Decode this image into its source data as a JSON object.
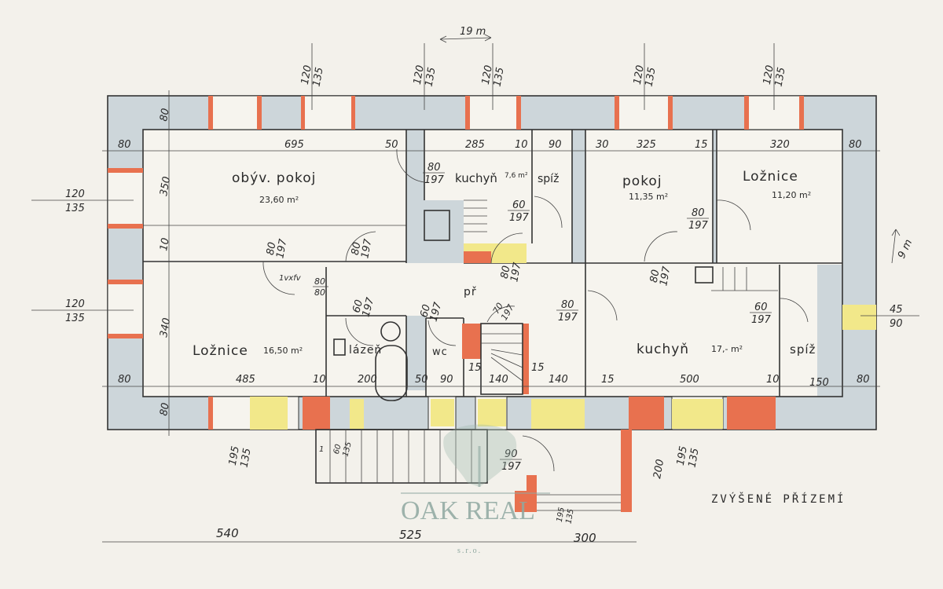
{
  "title": "ZVÝŠENÉ PŘÍZEMÍ",
  "watermark": {
    "name": "OAK REAL",
    "suffix": "s.r.o."
  },
  "scale_labels": {
    "horizontal": "19 m",
    "vertical": "9 m"
  },
  "rooms": [
    {
      "name": "obýv. pokoj",
      "area": "23,60 m²"
    },
    {
      "name": "kuchyň",
      "area": "7,6 m²"
    },
    {
      "name": "spíž"
    },
    {
      "name": "pokoj",
      "area": "11,35 m²"
    },
    {
      "name": "Ložnice",
      "area": "11,20 m²"
    },
    {
      "name": "Ložnice",
      "area": "16,50 m²"
    },
    {
      "name": "lázeň"
    },
    {
      "name": "wc"
    },
    {
      "name": "př"
    },
    {
      "name": "kuchyň",
      "area": "17,- m²"
    },
    {
      "name": "spíž"
    }
  ],
  "dimensions": {
    "top": [
      "80",
      "695",
      "50",
      "285",
      "10",
      "90",
      "30",
      "325",
      "15",
      "320",
      "80"
    ],
    "left": [
      "80",
      "350",
      "10",
      "340",
      "80"
    ],
    "bottom": [
      "80",
      "485",
      "10",
      "200",
      "50",
      "90",
      "15",
      "140",
      "15",
      "140",
      "15",
      "500",
      "10",
      "150",
      "80"
    ],
    "overall": [
      "540",
      "525",
      "300"
    ],
    "other": [
      "200",
      "1"
    ]
  },
  "windows": [
    {
      "w": "120",
      "h": "135"
    },
    {
      "w": "120",
      "h": "135"
    },
    {
      "w": "120",
      "h": "135"
    },
    {
      "w": "120",
      "h": "135"
    },
    {
      "w": "120",
      "h": "135"
    },
    {
      "w": "120",
      "h": "135"
    },
    {
      "w": "120",
      "h": "135"
    },
    {
      "w": "195",
      "h": "135"
    },
    {
      "w": "195",
      "h": "135"
    },
    {
      "w": "195",
      "h": "135"
    },
    {
      "w": "45",
      "h": "90"
    },
    {
      "w": "60",
      "h": "135"
    }
  ],
  "doors": [
    {
      "w": "80",
      "h": "197"
    },
    {
      "w": "60",
      "h": "197"
    },
    {
      "w": "80",
      "h": "197"
    },
    {
      "w": "80",
      "h": "197"
    },
    {
      "w": "80",
      "h": "197"
    },
    {
      "w": "80",
      "h": "197"
    },
    {
      "w": "80",
      "h": "197"
    },
    {
      "w": "60",
      "h": "197"
    },
    {
      "w": "60",
      "h": "197"
    },
    {
      "w": "70",
      "h": "197"
    },
    {
      "w": "80",
      "h": "197"
    },
    {
      "w": "60",
      "h": "197"
    },
    {
      "w": "90",
      "h": "197"
    },
    {
      "w": "80",
      "h": "80"
    }
  ],
  "notes": {
    "vent": "1vxfv"
  },
  "colors": {
    "wall": "#cdd6da",
    "brick": "#e8714f",
    "glass": "#f2e88a",
    "paper": "#f3f1eb"
  }
}
